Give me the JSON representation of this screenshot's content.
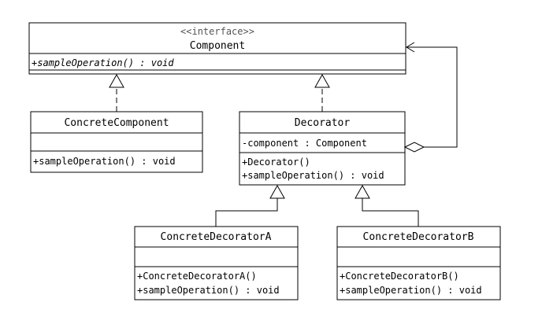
{
  "diagram": {
    "component": {
      "stereotype": "<<interface>>",
      "name": "Component",
      "operations": [
        "+sampleOperation() : void"
      ]
    },
    "concrete_component": {
      "name": "ConcreteComponent",
      "operations": [
        "+sampleOperation() : void"
      ]
    },
    "decorator": {
      "name": "Decorator",
      "attributes": [
        "-component : Component"
      ],
      "operations": [
        "+Decorator()",
        "+sampleOperation() : void"
      ]
    },
    "concrete_decorator_a": {
      "name": "ConcreteDecoratorA",
      "operations": [
        "+ConcreteDecoratorA()",
        "+sampleOperation() : void"
      ]
    },
    "concrete_decorator_b": {
      "name": "ConcreteDecoratorB",
      "operations": [
        "+ConcreteDecoratorB()",
        "+sampleOperation() : void"
      ]
    }
  }
}
